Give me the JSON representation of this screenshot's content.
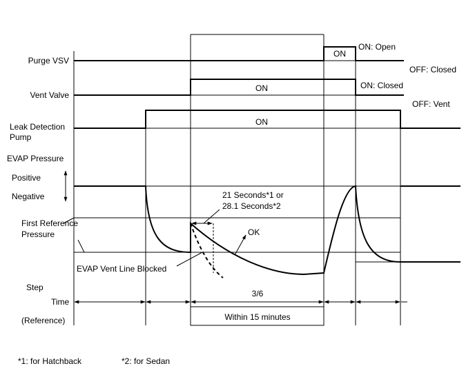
{
  "signals": {
    "purge_vsv": "Purge VSV",
    "vent_valve": "Vent Valve",
    "leak_pump_line1": "Leak Detection",
    "leak_pump_line2": "Pump",
    "evap_pressure": "EVAP Pressure",
    "positive": "Positive",
    "negative": "Negative",
    "first_ref_line1": "First Reference",
    "first_ref_line2": "Pressure"
  },
  "states": {
    "purge_on": "ON",
    "purge_on_open": "ON: Open",
    "purge_off_closed": "OFF: Closed",
    "vent_on": "ON",
    "vent_on_closed": "ON: Closed",
    "vent_off_vent": "OFF: Vent",
    "pump_on": "ON"
  },
  "annotations": {
    "seconds_line1": "21 Seconds*1 or",
    "seconds_line2": "28.1 Seconds*2",
    "ok": "OK",
    "vent_line_blocked": "EVAP Vent Line Blocked"
  },
  "timeline": {
    "step": "Step",
    "time": "Time",
    "reference": "(Reference)",
    "step_value": "3/6",
    "time_value": "Within 15 minutes"
  },
  "footnotes": {
    "note1": "*1: for Hatchback",
    "note2": "*2: for Sedan"
  }
}
